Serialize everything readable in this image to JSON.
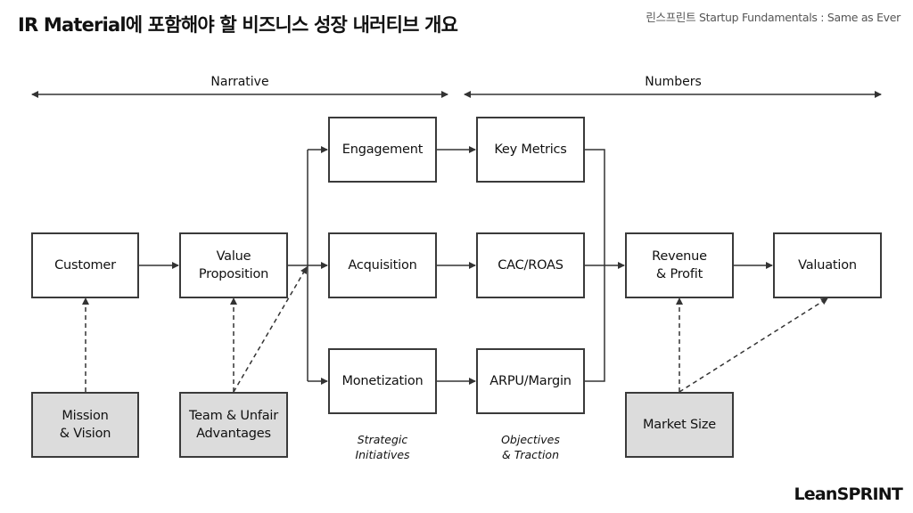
{
  "title": "IR Material에 포함해야 할 비즈니스 성장 내러티브 개요",
  "subtitle": "린스프린트 Startup Fundamentals : Same as Ever",
  "sections": {
    "narrative": "Narrative",
    "numbers": "Numbers"
  },
  "boxes": {
    "customer": "Customer",
    "value_proposition": "Value\nProposition",
    "engagement": "Engagement",
    "acquisition": "Acquisition",
    "monetization": "Monetization",
    "key_metrics": "Key Metrics",
    "cac_roas": "CAC/ROAS",
    "arpu_margin": "ARPU/Margin",
    "revenue_profit": "Revenue\n& Profit",
    "valuation": "Valuation",
    "mission_vision": "Mission\n& Vision",
    "team_unfair": "Team & Unfair\nAdvantages",
    "market_size": "Market Size"
  },
  "notes": {
    "strategic": "Strategic\nInitiatives",
    "objectives": "Objectives\n& Traction"
  },
  "logo": "LeanSPRINT",
  "colors": {
    "box_border": "#3a3a3a",
    "gray_fill": "#dcdcdc",
    "line": "#333333"
  }
}
